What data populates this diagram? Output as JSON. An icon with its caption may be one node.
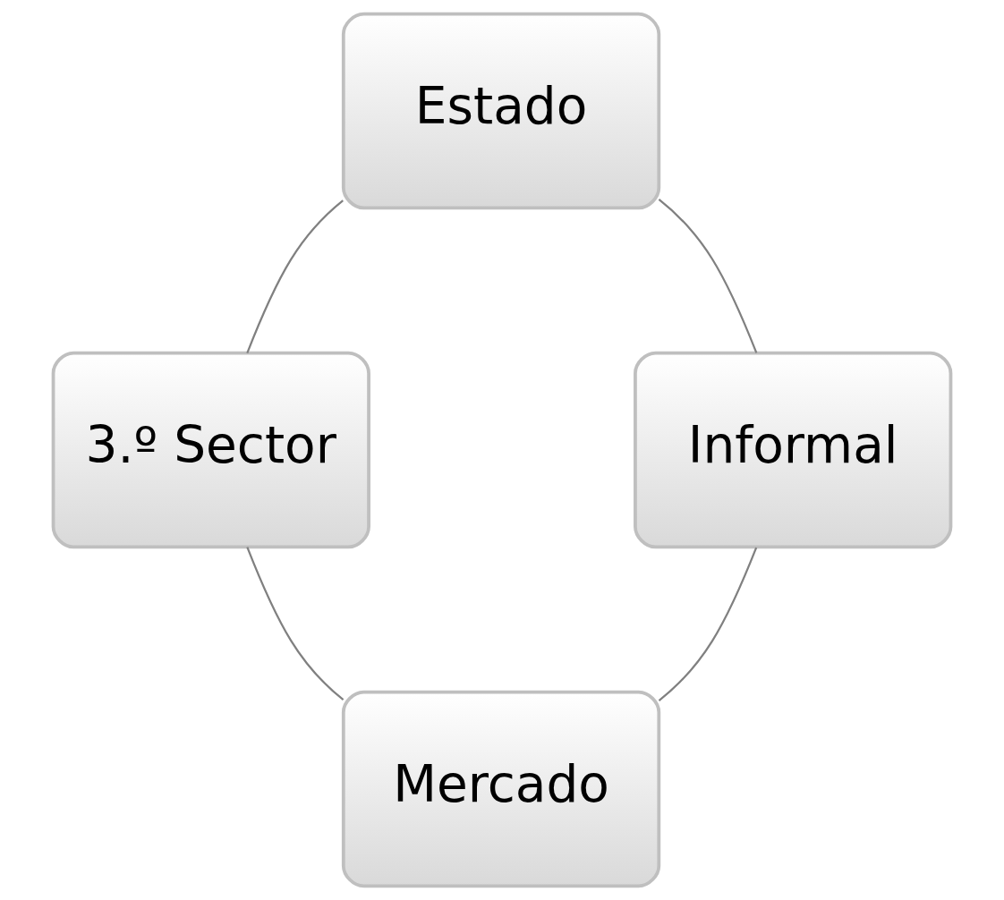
{
  "diagram": {
    "nodes": [
      {
        "text": [
          "Estado"
        ]
      },
      {
        "text": [
          "3.º Sector"
        ]
      },
      {
        "text": [
          "Mercado"
        ]
      },
      {
        "text": [
          "Informal"
        ]
      }
    ],
    "edges": [
      {
        "from": 0,
        "to": 1,
        "arrow": "none"
      },
      {
        "from": 1,
        "to": 2,
        "arrow": "none"
      },
      {
        "from": 2,
        "to": 3,
        "arrow": "none"
      },
      {
        "from": 3,
        "to": 0,
        "arrow": "none"
      }
    ]
  }
}
